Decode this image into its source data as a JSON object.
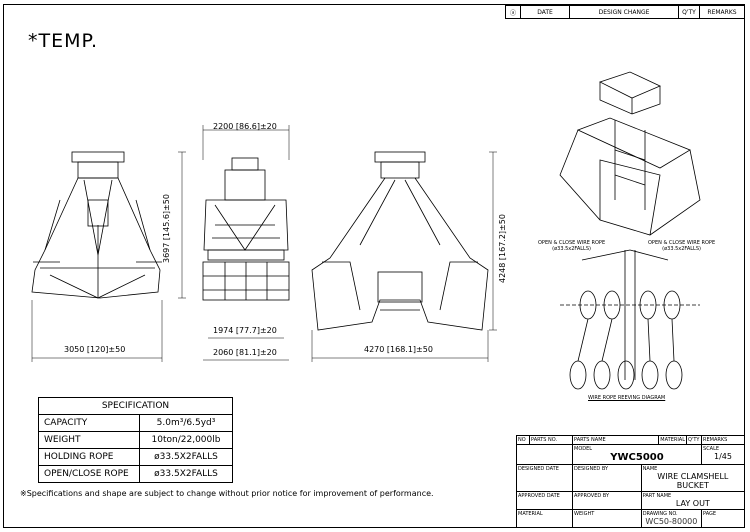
{
  "revision_header": {
    "mark": "ⓐ",
    "date": "DATE",
    "design_change": "DESIGN CHANGE",
    "qty": "Q'TY",
    "remarks": "REMARKS"
  },
  "temp_label": "*TEMP.",
  "dimensions": {
    "top_width": "2200 [86.6]±20",
    "left_height": "3697 [145.6]±50",
    "left_width": "3050 [120]±50",
    "inner_width": "1974 [77.7]±20",
    "mid_width": "2060 [81.1]±20",
    "right_height": "4248 [167.2]±50",
    "right_width": "4270 [168.1]±50"
  },
  "rope_labels": {
    "left": "OPEN & CLOSE WIRE ROPE",
    "left_size": "(ø33.5x2FALLS)",
    "right": "OPEN & CLOSE WIRE ROPE",
    "right_size": "(ø33.5x2FALLS)",
    "diagram": "WIRE ROPE REEVING DIAGRAM"
  },
  "spec": {
    "title": "SPECIFICATION",
    "rows": [
      {
        "label": "CAPACITY",
        "value": "5.0m³/6.5yd³"
      },
      {
        "label": "WEIGHT",
        "value": "10ton/22,000lb"
      },
      {
        "label": "HOLDING ROPE",
        "value": "ø33.5X2FALLS"
      },
      {
        "label": "OPEN/CLOSE ROPE",
        "value": "ø33.5X2FALLS"
      }
    ]
  },
  "note": "※Specifications and shape are subject to change without prior notice for improvement of performance.",
  "title_block": {
    "no": "NO",
    "parts_no": "PARTS NO.",
    "parts_name": "PARTS NAME",
    "material": "MATERIAL",
    "qty": "Q'TY",
    "remarks": "REMARKS",
    "model_label": "MODEL",
    "model": "YWC5000",
    "scale_label": "SCALE",
    "scale": "1/45",
    "designed_date": "DESIGNED DATE",
    "designed_by": "DESIGNED BY",
    "name_label": "NAME",
    "name": "WIRE CLAMSHELL BUCKET",
    "approved_date": "APPROVED DATE",
    "approved_by": "APPROVED BY",
    "part_name_label": "PART NAME",
    "part_name": "LAY OUT",
    "material_label": "MATERIAL",
    "weight_label": "WEIGHT",
    "drawing_no_label": "DRAWING NO.",
    "drawing_no": "WC50-80000",
    "page_label": "PAGE"
  }
}
